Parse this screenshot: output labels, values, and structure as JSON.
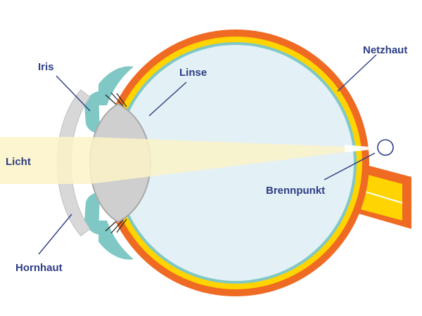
{
  "labels": {
    "iris": "Iris",
    "linse": "Linse",
    "netzhaut": "Netzhaut",
    "licht": "Licht",
    "brennpunkt": "Brennpunkt",
    "hornhaut": "Hornhaut"
  },
  "colors": {
    "label_text": "#2d3d84",
    "sclera": "#ef6a22",
    "retina": "#ffd400",
    "choroid": "#7fc8c5",
    "vitreous": "#e3f0f6",
    "lens": "#cfcfcf",
    "light_beam": "#fbf3c8"
  }
}
